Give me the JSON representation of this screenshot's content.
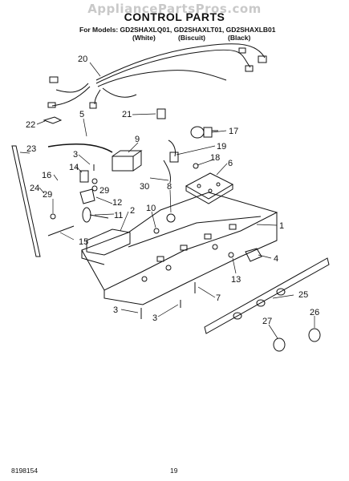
{
  "watermark": "AppliancePartsPros.com",
  "title": "CONTROL PARTS",
  "models_line": "For Models: GD2SHAXLQ01, GD2SHAXLT01, GD2SHAXLB01",
  "color_labels": [
    "(White)",
    "(Biscuit)",
    "(Black)"
  ],
  "callouts": [
    "20",
    "21",
    "22",
    "5",
    "17",
    "9",
    "19",
    "3",
    "18",
    "23",
    "6",
    "14",
    "16",
    "29",
    "30",
    "8",
    "24",
    "29",
    "12",
    "10",
    "11",
    "2",
    "1",
    "15",
    "4",
    "13",
    "7",
    "25",
    "3",
    "3",
    "26",
    "27"
  ],
  "footer": {
    "doc_number": "8198154",
    "page_number": "19"
  }
}
